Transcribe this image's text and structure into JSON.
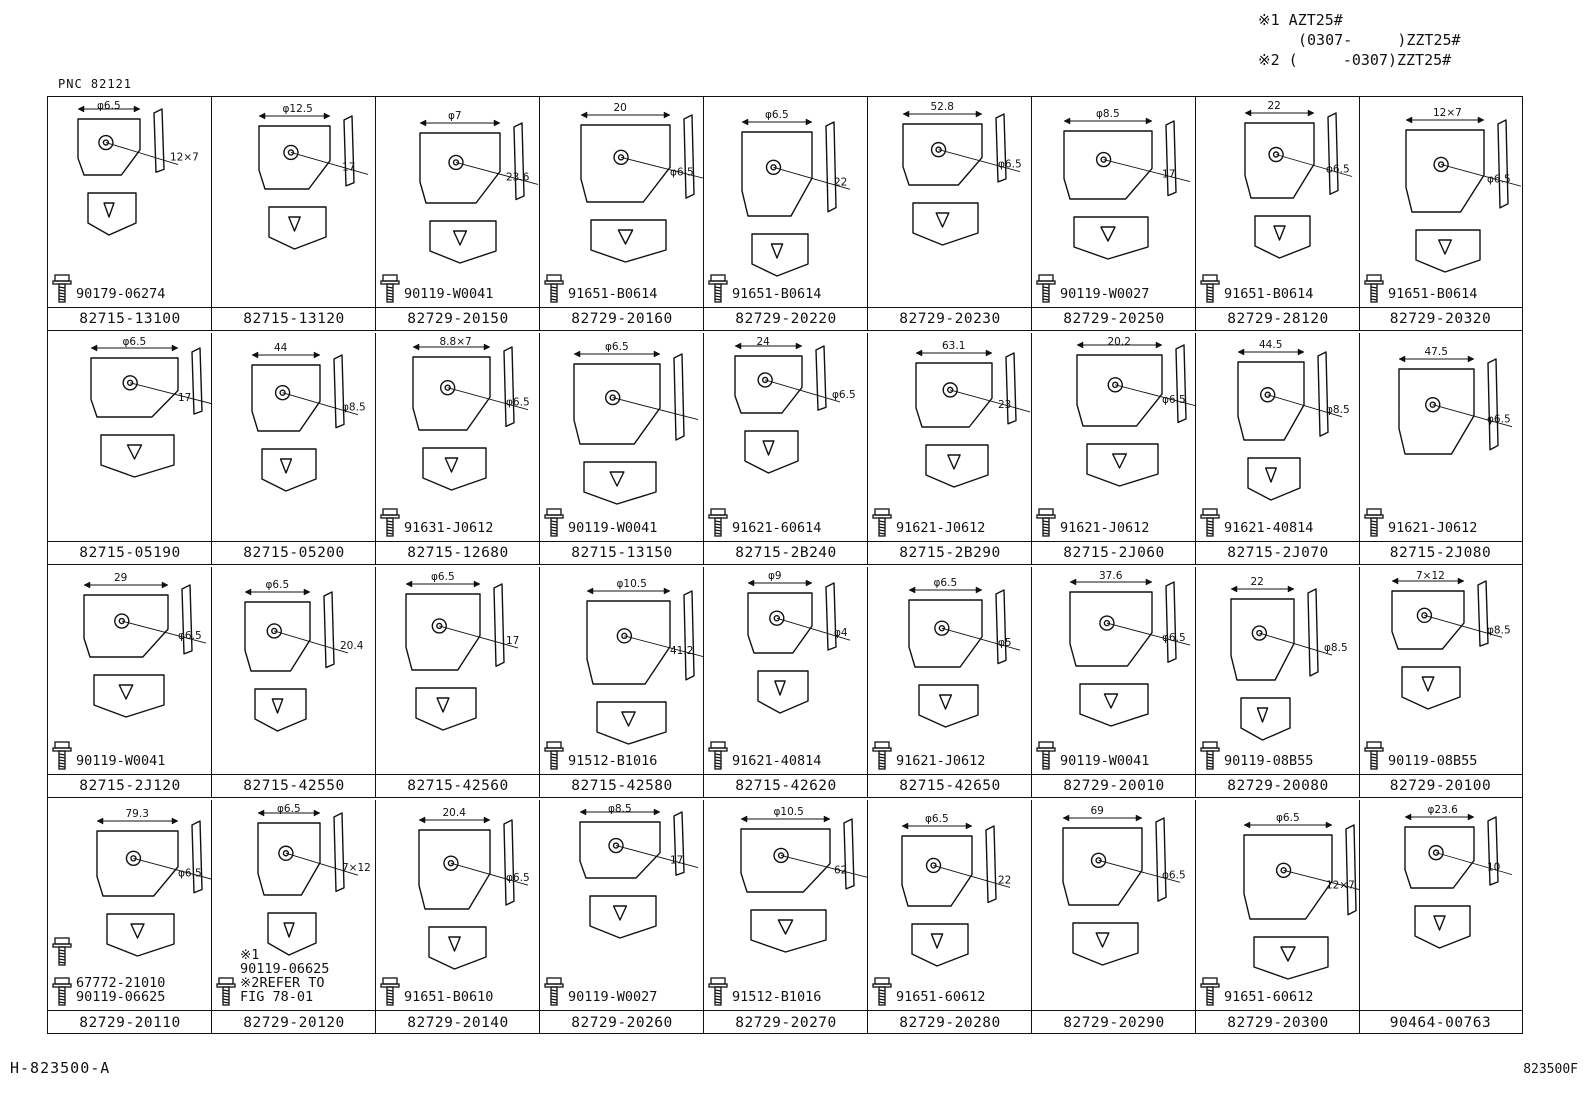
{
  "notes": {
    "line1": "※1 AZT25#",
    "line2": "(0307-     )ZZT25#",
    "line3": "※2 (     -0307)ZZT25#"
  },
  "pnc": "PNC  82121",
  "rows": [
    {
      "cells": [
        {
          "part": "82715-13100",
          "hardware": [
            "90179-06274"
          ],
          "labels": [
            "φ6.5",
            "12×7"
          ]
        },
        {
          "part": "82715-13120",
          "hardware": [],
          "labels": [
            "φ12.5",
            "17"
          ]
        },
        {
          "part": "82729-20150",
          "hardware": [
            "90119-W0041"
          ],
          "labels": [
            "φ7",
            "23.6"
          ]
        },
        {
          "part": "82729-20160",
          "hardware": [
            "91651-B0614"
          ],
          "labels": [
            "20",
            "φ6.5"
          ]
        },
        {
          "part": "82729-20220",
          "hardware": [
            "91651-B0614"
          ],
          "labels": [
            "φ6.5",
            "22"
          ]
        },
        {
          "part": "82729-20230",
          "hardware": [],
          "labels": [
            "52.8",
            "φ6.5"
          ]
        },
        {
          "part": "82729-20250",
          "hardware": [
            "90119-W0027"
          ],
          "labels": [
            "φ8.5",
            "17"
          ]
        },
        {
          "part": "82729-28120",
          "hardware": [
            "91651-B0614"
          ],
          "labels": [
            "22",
            "φ6.5"
          ]
        },
        {
          "part": "82729-20320",
          "hardware": [
            "91651-B0614"
          ],
          "labels": [
            "12×7",
            "φ6.5"
          ]
        }
      ]
    },
    {
      "cells": [
        {
          "part": "82715-05190",
          "hardware": [],
          "labels": [
            "φ6.5",
            "17"
          ]
        },
        {
          "part": "82715-05200",
          "hardware": [],
          "labels": [
            "44",
            "φ8.5"
          ]
        },
        {
          "part": "82715-12680",
          "hardware": [
            "91631-J0612"
          ],
          "labels": [
            "8.8×7",
            "φ6.5"
          ]
        },
        {
          "part": "82715-13150",
          "hardware": [
            "90119-W0041"
          ],
          "labels": [
            "φ6.5"
          ]
        },
        {
          "part": "82715-2B240",
          "hardware": [
            "91621-60614"
          ],
          "labels": [
            "24",
            "φ6.5"
          ]
        },
        {
          "part": "82715-2B290",
          "hardware": [
            "91621-J0612"
          ],
          "labels": [
            "63.1",
            "23"
          ]
        },
        {
          "part": "82715-2J060",
          "hardware": [
            "91621-J0612"
          ],
          "labels": [
            "20.2",
            "φ6.5"
          ]
        },
        {
          "part": "82715-2J070",
          "hardware": [
            "91621-40814"
          ],
          "labels": [
            "44.5",
            "φ8.5"
          ]
        },
        {
          "part": "82715-2J080",
          "hardware": [
            "91621-J0612"
          ],
          "labels": [
            "47.5",
            "φ6.5"
          ]
        }
      ]
    },
    {
      "cells": [
        {
          "part": "82715-2J120",
          "hardware": [
            "90119-W0041"
          ],
          "labels": [
            "29",
            "φ6.5"
          ]
        },
        {
          "part": "82715-42550",
          "hardware": [],
          "labels": [
            "φ6.5",
            "20.4"
          ]
        },
        {
          "part": "82715-42560",
          "hardware": [],
          "labels": [
            "φ6.5",
            "17"
          ]
        },
        {
          "part": "82715-42580",
          "hardware": [
            "91512-B1016"
          ],
          "labels": [
            "φ10.5",
            "41.2"
          ]
        },
        {
          "part": "82715-42620",
          "hardware": [
            "91621-40814"
          ],
          "labels": [
            "φ9",
            "φ4"
          ]
        },
        {
          "part": "82715-42650",
          "hardware": [
            "91621-J0612"
          ],
          "labels": [
            "φ6.5",
            "φ5"
          ]
        },
        {
          "part": "82729-20010",
          "hardware": [
            "90119-W0041"
          ],
          "labels": [
            "37.6",
            "φ6.5"
          ]
        },
        {
          "part": "82729-20080",
          "hardware": [
            "90119-08B55"
          ],
          "labels": [
            "22",
            "φ8.5"
          ]
        },
        {
          "part": "82729-20100",
          "hardware": [
            "90119-08B55"
          ],
          "labels": [
            "7×12",
            "φ8.5"
          ]
        }
      ]
    },
    {
      "cells": [
        {
          "part": "82729-20110",
          "hardware": [
            "67772-21010",
            "90119-06625"
          ],
          "labels": [
            "79.3",
            "φ6.5"
          ]
        },
        {
          "part": "82729-20120",
          "hardware": [
            "※1",
            "90119-06625",
            "※2REFER TO",
            "FIG 78-01"
          ],
          "labels": [
            "φ6.5",
            "7×12"
          ]
        },
        {
          "part": "82729-20140",
          "hardware": [
            "91651-B0610"
          ],
          "labels": [
            "20.4",
            "φ6.5"
          ]
        },
        {
          "part": "82729-20260",
          "hardware": [
            "90119-W0027"
          ],
          "labels": [
            "φ8.5",
            "17"
          ]
        },
        {
          "part": "82729-20270",
          "hardware": [
            "91512-B1016"
          ],
          "labels": [
            "φ10.5",
            "62"
          ]
        },
        {
          "part": "82729-20280",
          "hardware": [
            "91651-60612"
          ],
          "labels": [
            "φ6.5",
            "22"
          ]
        },
        {
          "part": "82729-20290",
          "hardware": [],
          "labels": [
            "69",
            "φ6.5"
          ]
        },
        {
          "part": "82729-20300",
          "hardware": [
            "91651-60612"
          ],
          "labels": [
            "φ6.5",
            "12×7"
          ]
        },
        {
          "part": "90464-00763",
          "hardware": [],
          "labels": [
            "φ23.6",
            "10"
          ]
        }
      ]
    }
  ],
  "footer": {
    "left": "H-823500-A",
    "right": "823500F"
  }
}
